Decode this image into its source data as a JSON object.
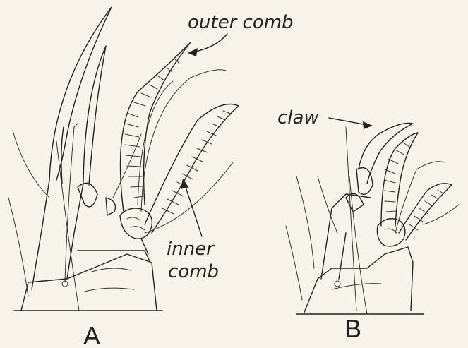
{
  "labels": {
    "outer_comb": "outer comb",
    "inner": "inner",
    "comb": "comb",
    "claw": "claw",
    "panel_a": "A",
    "panel_b": "B"
  },
  "colors": {
    "background": "#f6f4ea",
    "ink": "#222222"
  }
}
